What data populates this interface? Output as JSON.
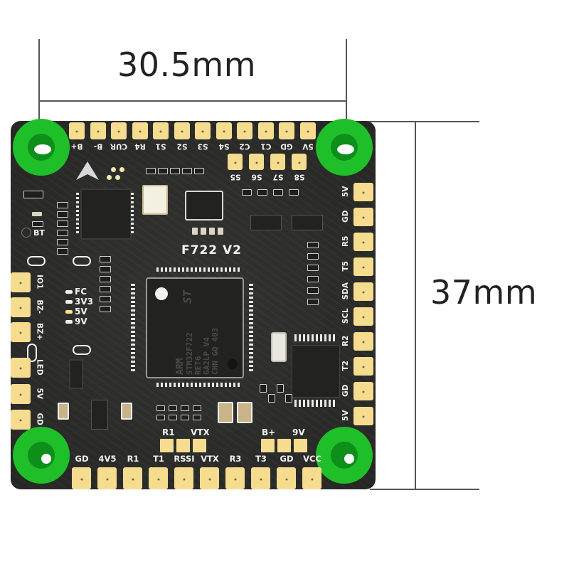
{
  "image": {
    "subject": "Flight controller board with mounting dimensions",
    "background_color": "#ffffff"
  },
  "dimensions": {
    "width_label": "30.5mm",
    "height_label": "37mm"
  },
  "board": {
    "model_label": "F722 V2",
    "pcb_color": "#2b2c2a",
    "pad_color": "#f5dc8f",
    "grommet_color": "#1fbf2a",
    "main_chip": {
      "lines": [
        "ARM",
        "STM32F722",
        "RET6",
        "GA2LP V4",
        "CHN GQ 403"
      ],
      "brand": "ST"
    },
    "top_pads": [
      "B+",
      "B-",
      "CUR",
      "R4",
      "S1",
      "S2",
      "S3",
      "S4",
      "C2",
      "C1",
      "GD",
      "5V"
    ],
    "top_inner_pads": [
      "S5",
      "S6",
      "S7",
      "S8"
    ],
    "right_pads": [
      "5V",
      "GD",
      "R5",
      "T5",
      "SDA",
      "SCL",
      "R2",
      "T2",
      "GD",
      "5V"
    ],
    "left_pads": [
      "IO1",
      "BZ-",
      "BZ+",
      "LED",
      "5V",
      "GD"
    ],
    "bottom_pads": [
      "GD",
      "4V5",
      "R1",
      "T1",
      "RSSI",
      "VTX",
      "R3",
      "T3",
      "GD",
      "VCC"
    ],
    "bottom_inner_groups": [
      {
        "labels": [
          "R1",
          "VTX"
        ],
        "pad_count": 3
      },
      {
        "labels": [
          "B+",
          "9V"
        ],
        "pad_count": 3
      }
    ],
    "led_labels": [
      "FC",
      "3V3",
      "5V",
      "9V"
    ],
    "bt_label": "BT"
  }
}
